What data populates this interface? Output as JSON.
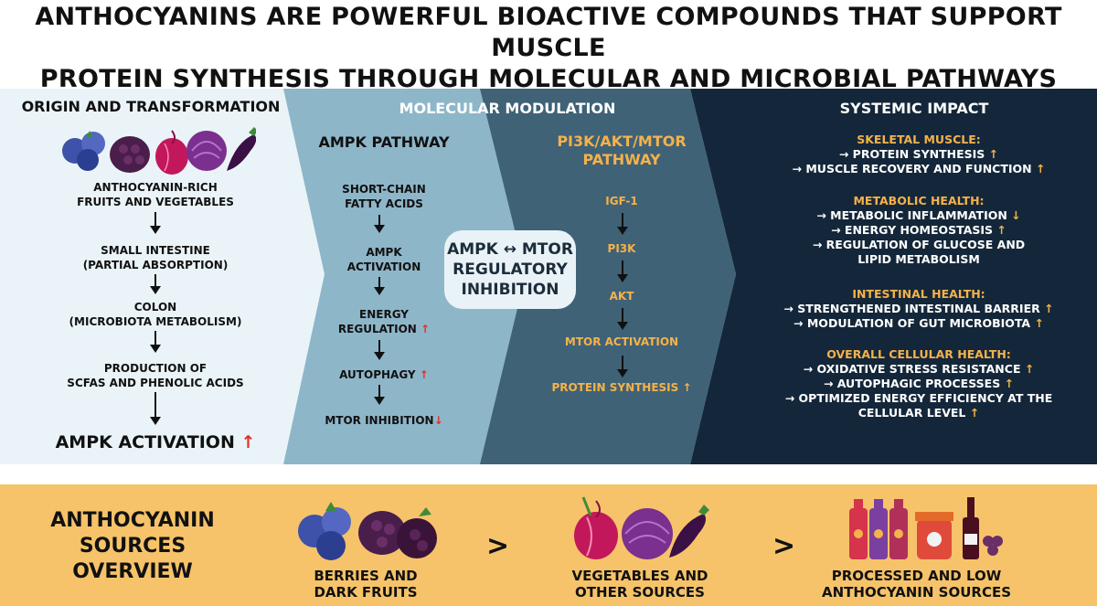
{
  "title": {
    "line1": "ANTHOCYANINS ARE POWERFUL BIOACTIVE COMPOUNDS THAT SUPPORT MUSCLE",
    "line2": "PROTEIN SYNTHESIS THROUGH MOLECULAR AND MICROBIAL PATHWAYS"
  },
  "colors": {
    "panel1": "#eaf4f8",
    "panel2": "#8eb6c9",
    "panel3": "#3f6277",
    "panel4": "#14273a",
    "bottom": "#f6c36a",
    "accent_orange": "#f5b24a",
    "accent_red": "#e0312b"
  },
  "origin": {
    "heading": "ORIGIN AND TRANSFORMATION",
    "steps": [
      {
        "text1": "ANTHOCYANIN-RICH",
        "text2": "FRUITS AND VEGETABLES"
      },
      {
        "text1": "SMALL INTESTINE",
        "text2": "(PARTIAL ABSORPTION)"
      },
      {
        "text1": "COLON",
        "text2": "(MICROBIOTA METABOLISM)"
      },
      {
        "text1": "PRODUCTION OF",
        "text2": "SCFAS AND PHENOLIC ACIDS"
      }
    ],
    "final": "AMPK ACTIVATION",
    "final_arrow": "↑"
  },
  "molecular": {
    "heading": "MOLECULAR MODULATION",
    "ampk": {
      "title": "AMPK PATHWAY",
      "steps": [
        {
          "text1": "SHORT-CHAIN",
          "text2": "FATTY ACIDS"
        },
        {
          "text1": "AMPK",
          "text2": "ACTIVATION"
        },
        {
          "text1": "ENERGY",
          "text2": "REGULATION",
          "arrow": "↑"
        },
        {
          "text1": "AUTOPHAGY",
          "arrow": "↑"
        },
        {
          "text1": "MTOR INHIBITION",
          "arrow": "↓"
        }
      ]
    },
    "box": {
      "line1": "AMPK ↔ MTOR",
      "line2": "REGULATORY",
      "line3": "INHIBITION"
    },
    "pi3k": {
      "title1": "PI3K/AKT/MTOR",
      "title2": "PATHWAY",
      "steps": [
        "IGF-1",
        "PI3K",
        "AKT",
        "MTOR ACTIVATION",
        "PROTEIN SYNTHESIS"
      ],
      "last_arrow": "↑"
    }
  },
  "impact": {
    "heading": "SYSTEMIC IMPACT",
    "skeletal": {
      "head": "SKELETAL MUSCLE:",
      "l1": "→ PROTEIN SYNTHESIS",
      "a1": "↑",
      "l2": "→ MUSCLE RECOVERY AND FUNCTION",
      "a2": "↑"
    },
    "metabolic": {
      "head": "METABOLIC HEALTH:",
      "l1": "→ METABOLIC INFLAMMATION",
      "a1": "↓",
      "l2": "→ ENERGY HOMEOSTASIS",
      "a2": "↑",
      "l3": "→ REGULATION OF GLUCOSE AND",
      "l4": "LIPID METABOLISM"
    },
    "intestinal": {
      "head": "INTESTINAL HEALTH:",
      "l1": "→ STRENGTHENED INTESTINAL BARRIER",
      "a1": "↑",
      "l2": "→ MODULATION OF GUT MICROBIOTA",
      "a2": "↑"
    },
    "cellular": {
      "head": "OVERALL CELLULAR HEALTH:",
      "l1": "→ OXIDATIVE STRESS RESISTANCE",
      "a1": "↑",
      "l2": "→ AUTOPHAGIC PROCESSES",
      "a2": "↑",
      "l3": "→ OPTIMIZED ENERGY EFFICIENCY AT THE",
      "l4": "CELLULAR LEVEL",
      "a4": "↑"
    }
  },
  "sources": {
    "title1": "ANTHOCYANIN",
    "title2": "SOURCES",
    "title3": "OVERVIEW",
    "gt": ">",
    "items": [
      {
        "l1": "BERRIES AND",
        "l2": "DARK FRUITS"
      },
      {
        "l1": "VEGETABLES AND",
        "l2": "OTHER SOURCES"
      },
      {
        "l1": "PROCESSED AND LOW",
        "l2": "ANTHOCYANIN SOURCES"
      }
    ]
  }
}
